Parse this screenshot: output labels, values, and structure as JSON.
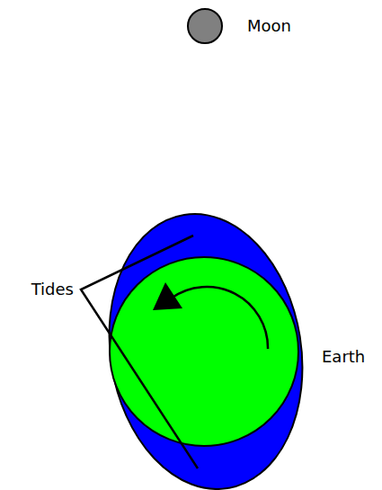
{
  "diagram": {
    "labels": [
      "Moon",
      "Tides",
      "Earth"
    ]
  }
}
